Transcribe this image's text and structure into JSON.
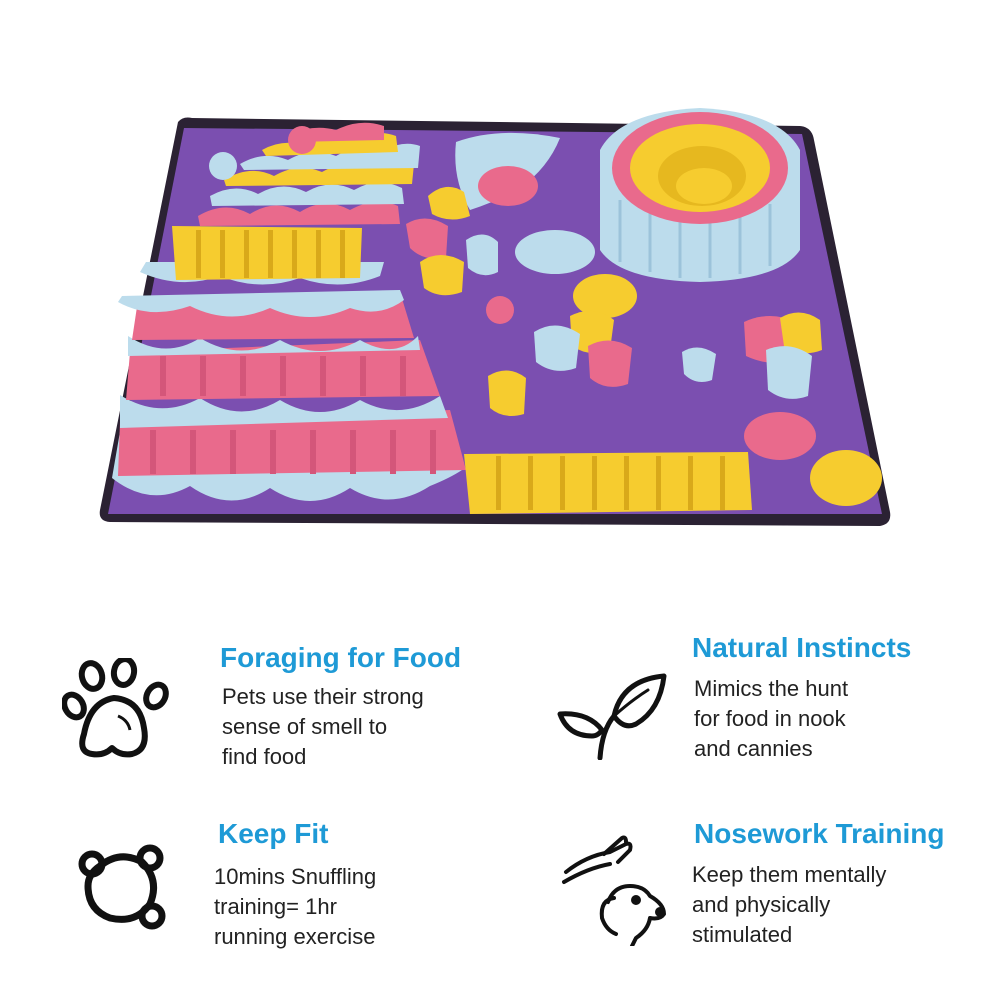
{
  "product": {
    "image_subject": "snuffle mat",
    "colors": {
      "mat": "#7b4fb0",
      "pink": "#e96a8c",
      "yellow": "#f6cc2f",
      "light_blue": "#bcdcec",
      "border": "#2b2233"
    }
  },
  "theme": {
    "title_color": "#1e9ad6",
    "text_color": "#222222",
    "icon_color": "#111111"
  },
  "features": [
    {
      "icon": "paw-icon",
      "title": "Foraging for Food",
      "lines": [
        "Pets use their strong",
        "sense of smell to",
        "find food"
      ]
    },
    {
      "icon": "leaf-sprout-icon",
      "title": "Natural Instincts",
      "lines": [
        "Mimics the hunt",
        "for food in nook",
        "and cannies"
      ]
    },
    {
      "icon": "fitness-molecule-icon",
      "title": "Keep Fit",
      "lines": [
        "10mins Snuffling",
        "training= 1hr",
        "running exercise"
      ]
    },
    {
      "icon": "dog-training-icon",
      "title": "Nosework Training",
      "lines": [
        "Keep them mentally",
        "and physically",
        "stimulated"
      ]
    }
  ]
}
